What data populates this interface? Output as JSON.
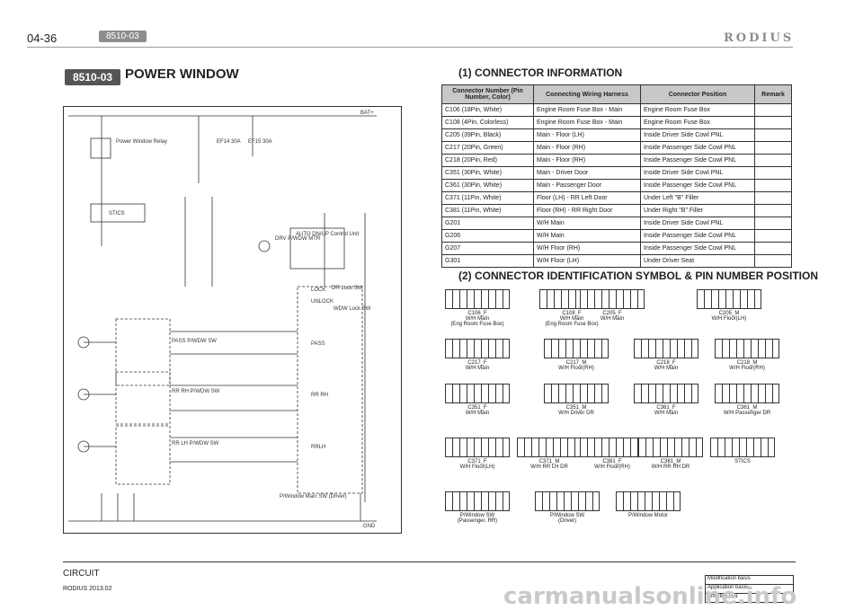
{
  "header": {
    "page_number": "04-36",
    "section_code": "8510-03",
    "brand_logo": "RODIUS"
  },
  "section": {
    "code": "8510-03",
    "title": "POWER WINDOW"
  },
  "connector_info": {
    "title": "(1) CONNECTOR INFORMATION",
    "headers": [
      "Connector Number (Pin Number, Color)",
      "Connecting Wiring Harness",
      "Connector Position",
      "Remark"
    ],
    "rows": [
      [
        "C106 (18Pin, White)",
        "Engine Room Fuse Box - Main",
        "Engine Room Fuse Box",
        ""
      ],
      [
        "C108 (4Pin, Colorless)",
        "Engine Room Fuse Box - Main",
        "Engine Room Fuse Box",
        ""
      ],
      [
        "C205 (39Pin, Black)",
        "Main - Floor (LH)",
        "Inside Driver Side Cowl PNL",
        ""
      ],
      [
        "C217 (20Pin, Green)",
        "Main - Floor (RH)",
        "Inside Passenger Side Cowl PNL",
        ""
      ],
      [
        "C218 (20Pin, Red)",
        "Main - Floor (RH)",
        "Inside Passenger Side Cowl PNL",
        ""
      ],
      [
        "C351 (30Pin, White)",
        "Main - Driver Door",
        "Inside Driver Side Cowl PNL",
        ""
      ],
      [
        "C361 (30Pin, White)",
        "Main - Passenger Door",
        "Inside Passenger Side Cowl PNL",
        ""
      ],
      [
        "C371 (11Pin, White)",
        "Floor (LH) - RR Left Door",
        "Under Left \"B\" Filler",
        ""
      ],
      [
        "C381 (11Pin, White)",
        "Floor (RH) - RR Right Door",
        "Under Right \"B\" Filler",
        ""
      ],
      [
        "G201",
        "W/H Main",
        "Inside Driver Side Cowl PNL",
        ""
      ],
      [
        "G206",
        "W/H Main",
        "Inside Passenger Side Cowl PNL",
        ""
      ],
      [
        "G207",
        "W/H Floor (RH)",
        "Inside Passenger Side Cowl PNL",
        ""
      ],
      [
        "G301",
        "W/H Floor (LH)",
        "Under Driver Seat",
        ""
      ]
    ]
  },
  "pin_section": {
    "title": "(2) CONNECTOR IDENTIFICATION SYMBOL & PIN NUMBER POSITION",
    "connectors": [
      {
        "name": "C106_F",
        "sub": "W/H Main",
        "loc": "(Eng Room Fuse Box)"
      },
      {
        "name": "C108_F",
        "sub": "W/H Main",
        "loc": "(Eng Room Fuse Box)"
      },
      {
        "name": "C205_F",
        "sub": "W/H Main",
        "loc": ""
      },
      {
        "name": "C205_M",
        "sub": "W/H Floor(LH)",
        "loc": ""
      },
      {
        "name": "C217_F",
        "sub": "W/H Main",
        "loc": ""
      },
      {
        "name": "C217_M",
        "sub": "W/H Floor(RH)",
        "loc": ""
      },
      {
        "name": "C218_F",
        "sub": "W/H Main",
        "loc": ""
      },
      {
        "name": "C218_M",
        "sub": "W/H Floor(RH)",
        "loc": ""
      },
      {
        "name": "C351_F",
        "sub": "W/H Main",
        "loc": ""
      },
      {
        "name": "C351_M",
        "sub": "W/H Driver DR",
        "loc": ""
      },
      {
        "name": "C361_F",
        "sub": "W/H Main",
        "loc": ""
      },
      {
        "name": "C361_M",
        "sub": "W/H Passenger DR",
        "loc": ""
      },
      {
        "name": "C371_F",
        "sub": "W/H Floor(LH)",
        "loc": ""
      },
      {
        "name": "C371_M",
        "sub": "W/H RR LH DR",
        "loc": ""
      },
      {
        "name": "C381_F",
        "sub": "W/H Floor(RH)",
        "loc": ""
      },
      {
        "name": "C381_M",
        "sub": "W/H RR RH DR",
        "loc": ""
      },
      {
        "name": "STICS",
        "sub": "",
        "loc": ""
      },
      {
        "name": "P/Window SW",
        "sub": "(Passenger, RR)",
        "loc": ""
      },
      {
        "name": "P/Window SW",
        "sub": "(Driver)",
        "loc": ""
      },
      {
        "name": "P/Window Motor",
        "sub": "",
        "loc": ""
      }
    ]
  },
  "diagram": {
    "labels": {
      "bat": "BAT+",
      "gnd": "GND",
      "relay": "Power Window Relay",
      "stics": "STICS",
      "auto_unit": "AUTO DN/UP Control Unit",
      "drv_mtr": "DRV P/WDW MTR",
      "main_sw": "P/Window Main SW (Driver)",
      "lock": "LOCK",
      "unlock": "UNLOCK",
      "wdw_lock": "WDW Lock SW",
      "dr_lock": "DR Lock SW",
      "pass": "PASS",
      "rr_rh": "RR RH",
      "rrlh": "RRLH",
      "pass_sw": "PASS P/WDW SW",
      "rrrh_sw": "RR RH P/WDW SW",
      "rrlh_sw": "RR LH P/WDW SW",
      "e114": "EF14 30A",
      "e115": "EF15 30A"
    }
  },
  "footer": {
    "circuit": "CIRCUIT",
    "edition": "RODIUS 2013.02",
    "mod1": "Modification basis",
    "mod2": "Application basis",
    "mod3": "Affected VIN"
  },
  "watermark": "carmanualsonline.info"
}
